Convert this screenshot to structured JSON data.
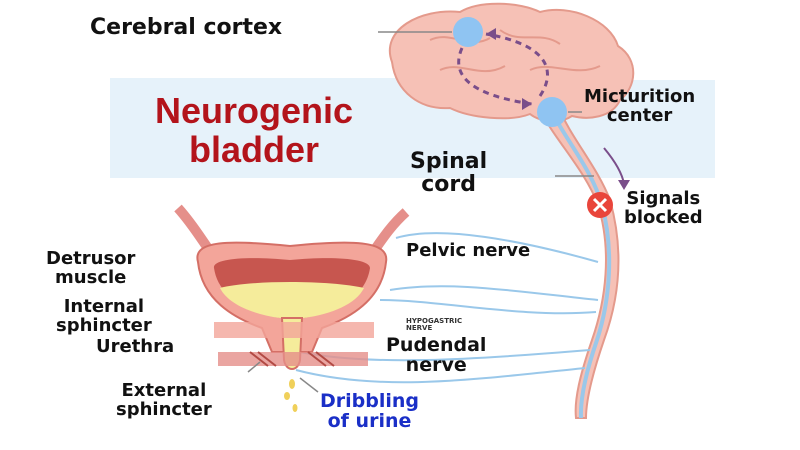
{
  "title": {
    "line1": "Neurogenic",
    "line2": "bladder"
  },
  "labels": {
    "cerebral_cortex": "Cerebral cortex",
    "micturition_center_1": "Micturition",
    "micturition_center_2": "center",
    "spinal_cord_1": "Spinal",
    "spinal_cord_2": "cord",
    "signals_blocked_1": "Signals",
    "signals_blocked_2": "blocked",
    "pelvic_nerve": "Pelvic nerve",
    "hypogastric_nerve_1": "HYPOGASTRIC",
    "hypogastric_nerve_2": "NERVE",
    "pudendal_nerve_1": "Pudendal",
    "pudendal_nerve_2": "nerve",
    "detrusor_muscle_1": "Detrusor",
    "detrusor_muscle_2": "muscle",
    "internal_sphincter_1": "Internal",
    "internal_sphincter_2": "sphincter",
    "urethra": "Urethra",
    "external_sphincter_1": "External",
    "external_sphincter_2": "sphincter",
    "dribbling_1": "Dribbling",
    "dribbling_2": "of urine"
  },
  "colors": {
    "title": "#b3141b",
    "dribbling_text": "#1a2fc7",
    "brain": "#f6c1b6",
    "nerve": "#9ac8ea",
    "nucleus": "#8fc4f2",
    "blocked": "#e9453b",
    "urine": "#f5ec9b"
  }
}
